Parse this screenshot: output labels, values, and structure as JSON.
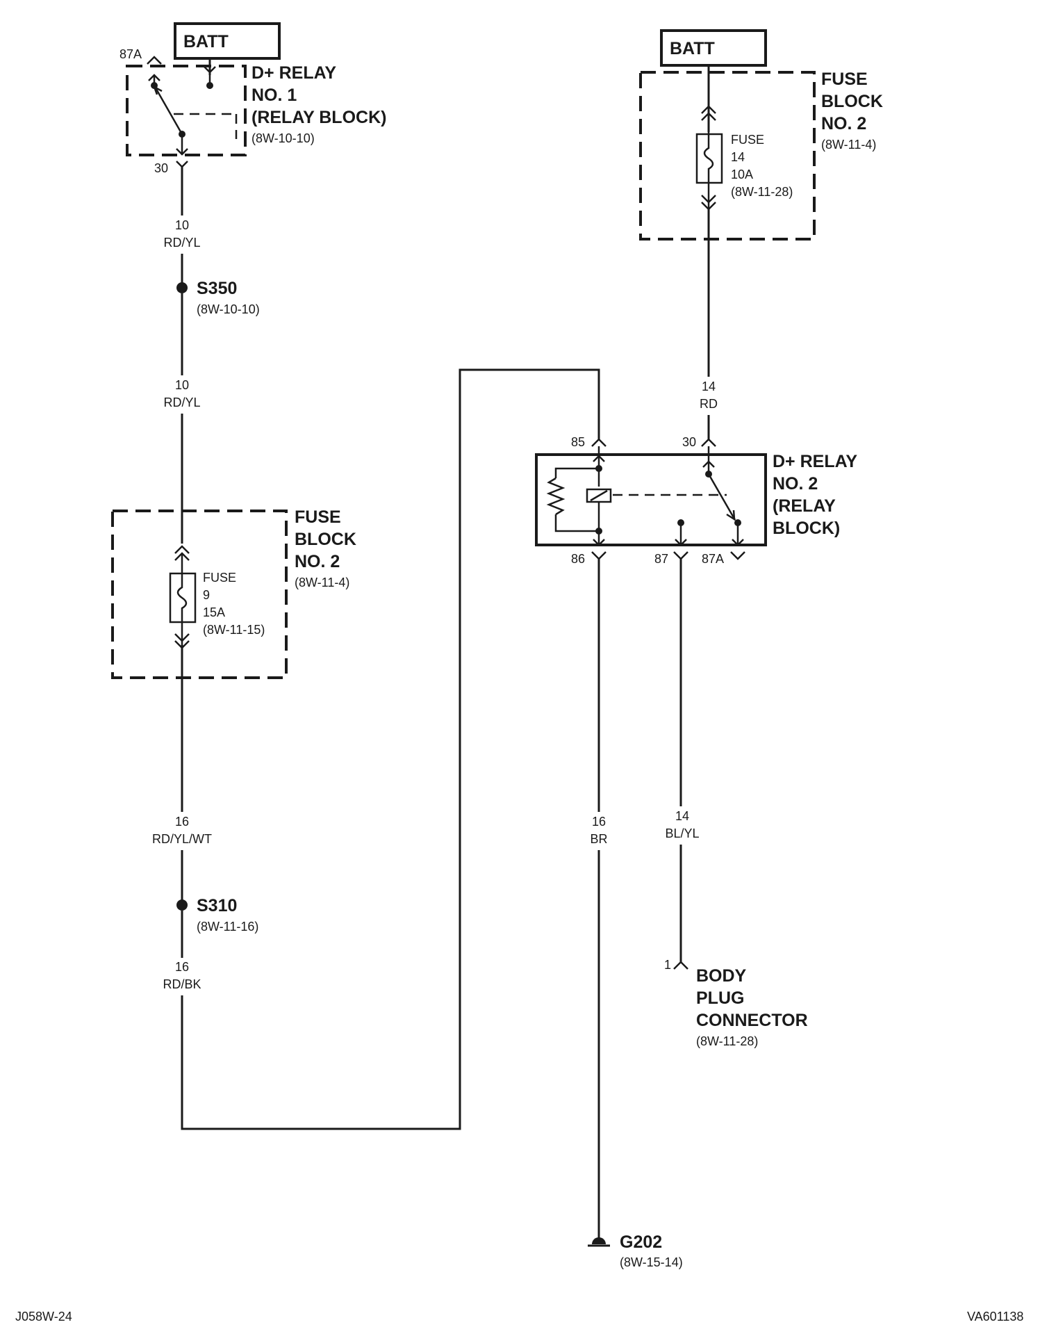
{
  "left_circuit": {
    "batt": "BATT",
    "relay1": {
      "pin_87a": "87A",
      "pin_30": "30",
      "name_line1": "D+ RELAY",
      "name_line2": "NO. 1",
      "name_line3": "(RELAY BLOCK)",
      "ref": "(8W-10-10)"
    },
    "wire_a": {
      "gauge": "10",
      "color": "RD/YL"
    },
    "splice_s350": {
      "name": "S350",
      "ref": "(8W-10-10)"
    },
    "wire_b": {
      "gauge": "10",
      "color": "RD/YL"
    },
    "fuse_block": {
      "line1": "FUSE",
      "line2": "BLOCK",
      "line3": "NO. 2",
      "ref": "(8W-11-4)",
      "fuse_label": "FUSE",
      "fuse_number": "9",
      "fuse_rating": "15A",
      "fuse_ref": "(8W-11-15)"
    },
    "wire_c": {
      "gauge": "16",
      "color": "RD/YL/WT"
    },
    "splice_s310": {
      "name": "S310",
      "ref": "(8W-11-16)"
    },
    "wire_d": {
      "gauge": "16",
      "color": "RD/BK"
    }
  },
  "right_circuit": {
    "batt": "BATT",
    "fuse_block": {
      "line1": "FUSE",
      "line2": "BLOCK",
      "line3": "NO. 2",
      "ref": "(8W-11-4)",
      "fuse_label": "FUSE",
      "fuse_number": "14",
      "fuse_rating": "10A",
      "fuse_ref": "(8W-11-28)"
    },
    "wire_feed": {
      "gauge": "14",
      "color": "RD"
    },
    "relay2": {
      "pin_85": "85",
      "pin_30": "30",
      "pin_86": "86",
      "pin_87": "87",
      "pin_87a": "87A",
      "name_line1": "D+ RELAY",
      "name_line2": "NO. 2",
      "name_line3": "(RELAY",
      "name_line4": "BLOCK)"
    },
    "wire_ground": {
      "gauge": "16",
      "color": "BR"
    },
    "wire_output": {
      "gauge": "14",
      "color": "BL/YL"
    },
    "body_plug": {
      "pin": "1",
      "line1": "BODY",
      "line2": "PLUG",
      "line3": "CONNECTOR",
      "ref": "(8W-11-28)"
    },
    "ground_g202": {
      "name": "G202",
      "ref": "(8W-15-14)"
    }
  },
  "footer": {
    "left_code": "J058W-24",
    "right_code": "VA601138"
  }
}
